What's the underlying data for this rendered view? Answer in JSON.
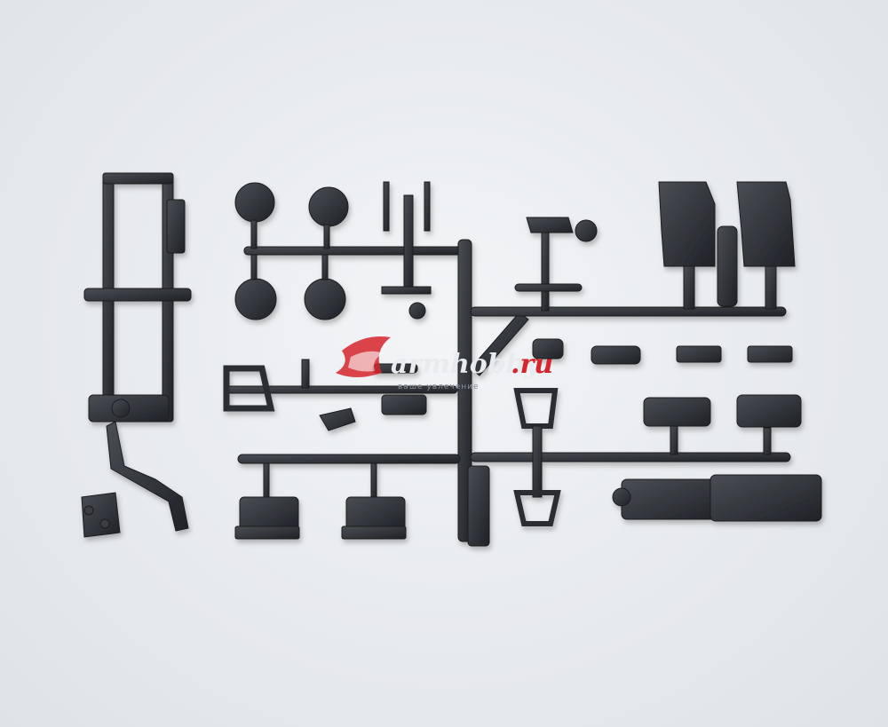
{
  "watermark": {
    "brand": "armhobby",
    "domain": ".ru",
    "tagline": "ваше увлечение"
  },
  "colors": {
    "plastic": "#2a2d31",
    "plastic_highlight": "#4a4e54",
    "background": "#e9ecef",
    "watermark_red": "#d6252c",
    "watermark_grey": "#8a8f96"
  }
}
